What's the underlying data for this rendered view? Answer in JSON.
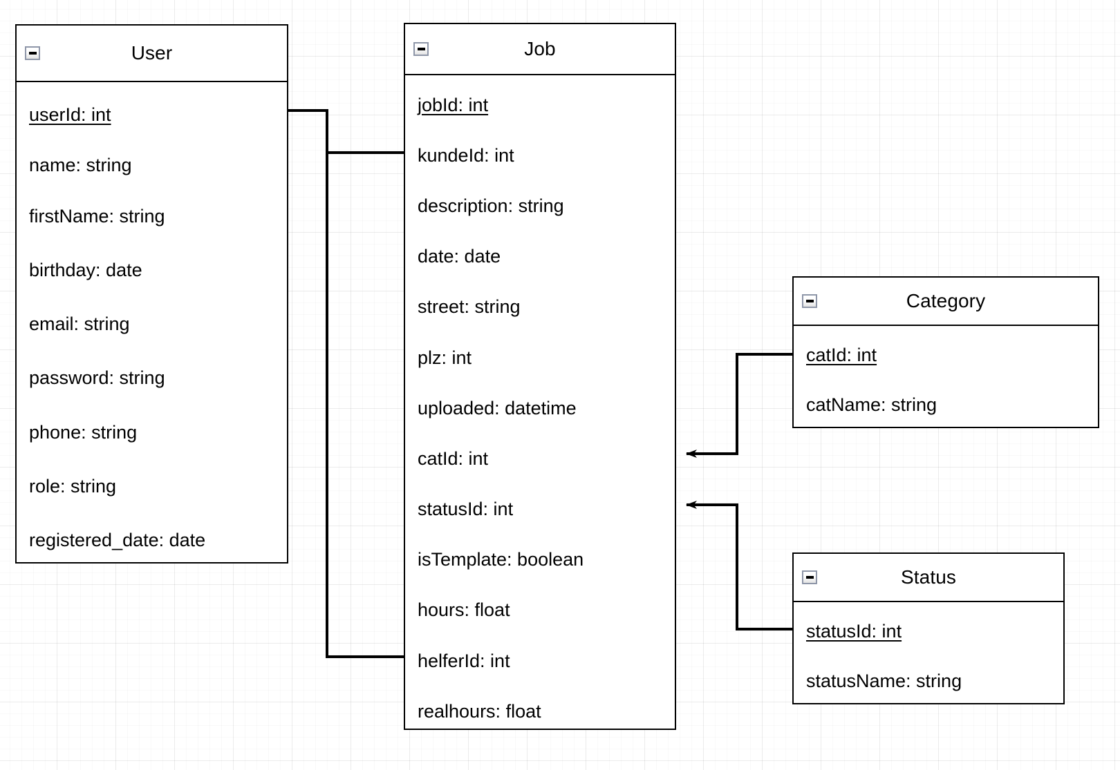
{
  "diagram": {
    "type": "uml-class-diagram",
    "background": "grid",
    "colors": {
      "box_border": "#000000",
      "box_fill": "#ffffff",
      "text": "#000000",
      "connector": "#000000",
      "collapse_icon_border": "#8e96a8",
      "grid_minor": "rgba(0,0,0,0.022)",
      "grid_major": "rgba(0,0,0,0.055)"
    }
  },
  "classes": [
    {
      "id": "user",
      "title": "User",
      "collapse_icon": "minus-box-icon",
      "attributes": [
        {
          "text": "userId: int",
          "pk": true
        },
        {
          "text": "name: string",
          "pk": false
        },
        {
          "text": "firstName: string",
          "pk": false
        },
        {
          "text": "birthday: date",
          "pk": false
        },
        {
          "text": "email: string",
          "pk": false
        },
        {
          "text": "password: string",
          "pk": false
        },
        {
          "text": "phone: string",
          "pk": false
        },
        {
          "text": "role: string",
          "pk": false
        },
        {
          "text": "registered_date: date",
          "pk": false
        }
      ]
    },
    {
      "id": "job",
      "title": "Job",
      "collapse_icon": "minus-box-icon",
      "attributes": [
        {
          "text": "jobId: int",
          "pk": true
        },
        {
          "text": "kundeId: int",
          "pk": false
        },
        {
          "text": "description: string",
          "pk": false
        },
        {
          "text": "date: date",
          "pk": false
        },
        {
          "text": "street: string",
          "pk": false
        },
        {
          "text": "plz: int",
          "pk": false
        },
        {
          "text": "uploaded: datetime",
          "pk": false
        },
        {
          "text": "catId: int",
          "pk": false
        },
        {
          "text": "statusId: int",
          "pk": false
        },
        {
          "text": "isTemplate: boolean",
          "pk": false
        },
        {
          "text": "hours: float",
          "pk": false
        },
        {
          "text": "helferId: int",
          "pk": false
        },
        {
          "text": "realhours: float",
          "pk": false
        }
      ]
    },
    {
      "id": "category",
      "title": "Category",
      "collapse_icon": "minus-box-icon",
      "attributes": [
        {
          "text": "catId: int",
          "pk": true
        },
        {
          "text": "catName: string",
          "pk": false
        }
      ]
    },
    {
      "id": "status",
      "title": "Status",
      "collapse_icon": "minus-box-icon",
      "attributes": [
        {
          "text": "statusId: int",
          "pk": true
        },
        {
          "text": "statusName: string",
          "pk": false
        }
      ]
    }
  ],
  "relationships": [
    {
      "id": "user-to-job-kunde",
      "from": "User.userId",
      "to": "Job.kundeId",
      "arrow": "open-arrow-right"
    },
    {
      "id": "user-to-job-helfer",
      "from": "User.userId",
      "to": "Job.helferId",
      "arrow": "open-arrow-right"
    },
    {
      "id": "category-to-job",
      "from": "Category.catId",
      "to": "Job.catId",
      "arrow": "open-arrow-left"
    },
    {
      "id": "status-to-job",
      "from": "Status.statusId",
      "to": "Job.statusId",
      "arrow": "open-arrow-left"
    }
  ]
}
